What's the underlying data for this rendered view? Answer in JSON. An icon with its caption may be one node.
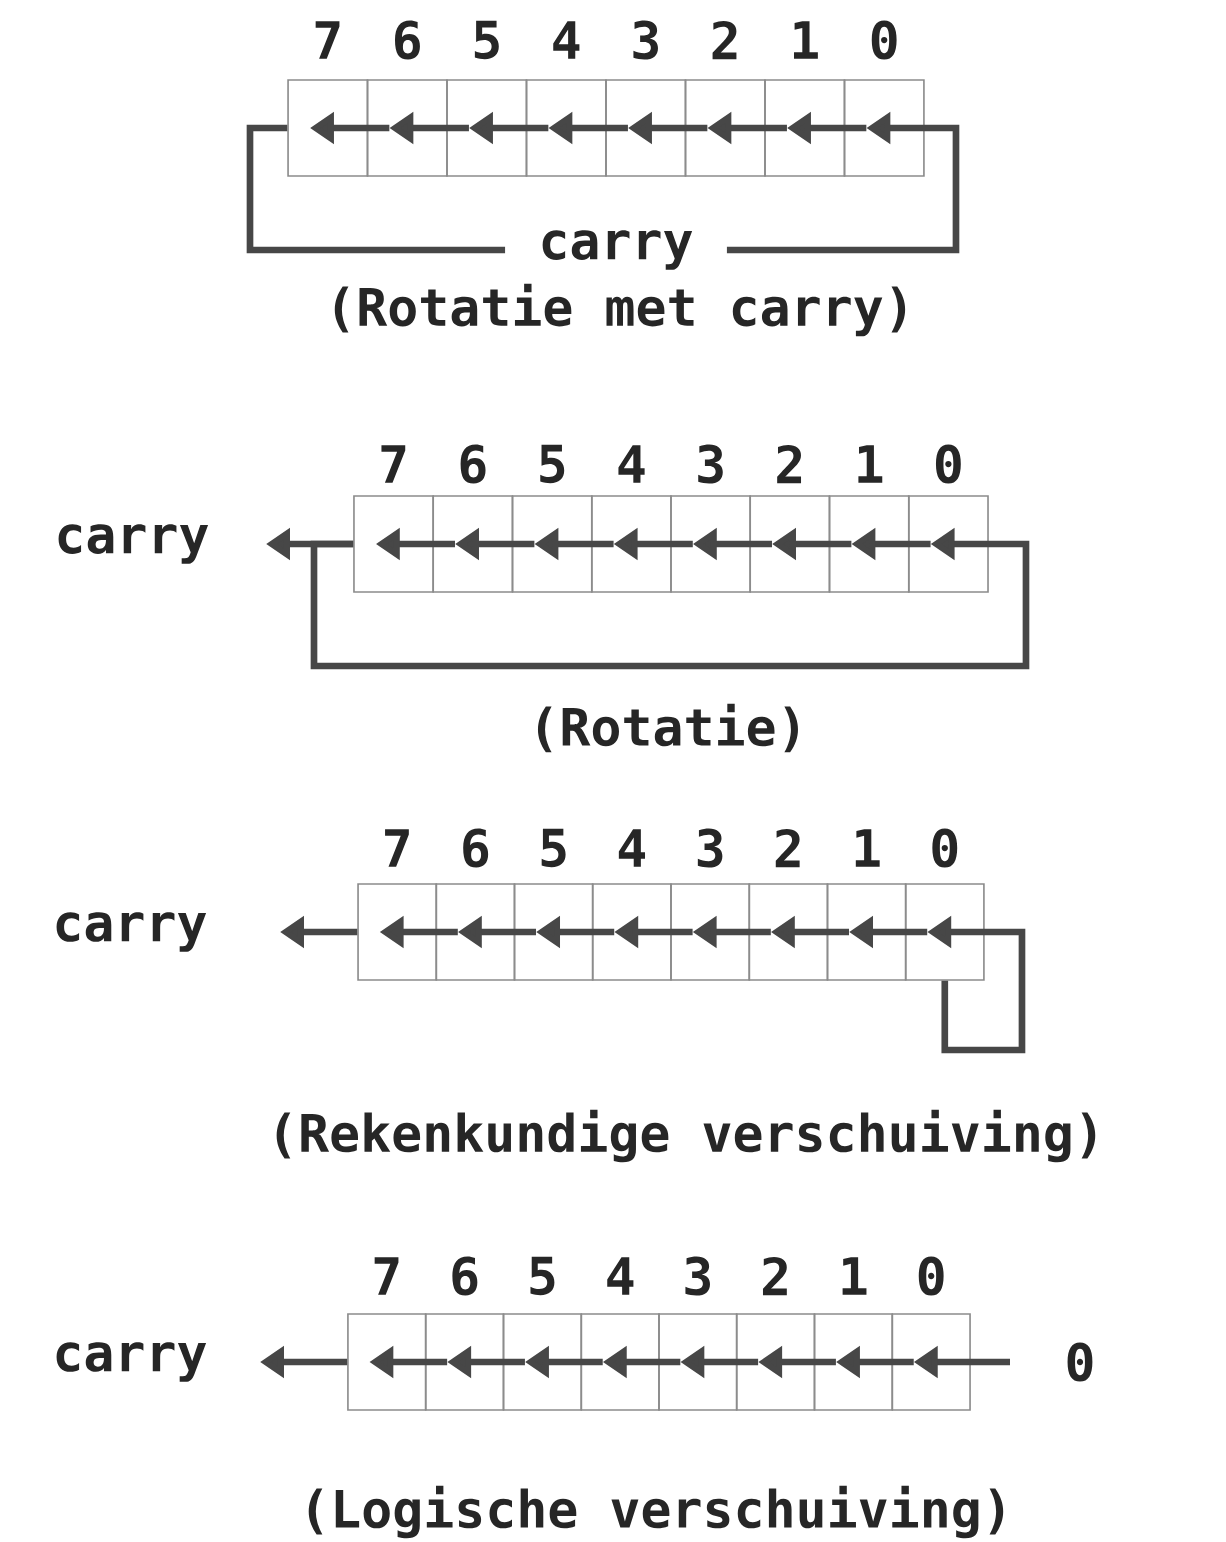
{
  "diagram": {
    "nodes": [
      {
        "text": [],
        "shape": "box",
        "beside": [
          "7"
        ]
      },
      {
        "text": [],
        "shape": "box",
        "beside": [
          "6"
        ]
      },
      {
        "text": [],
        "shape": "box",
        "beside": [
          "5"
        ]
      },
      {
        "text": [],
        "shape": "box",
        "beside": [
          "4"
        ]
      },
      {
        "text": [],
        "shape": "box",
        "beside": [
          "3"
        ]
      },
      {
        "text": [],
        "shape": "box",
        "beside": [
          "2"
        ]
      },
      {
        "text": [],
        "shape": "box",
        "beside": [
          "1"
        ]
      },
      {
        "text": [],
        "shape": "box",
        "beside": [
          "0"
        ]
      },
      {
        "text": [
          "carry"
        ]
      },
      {
        "text": [],
        "shape": "box",
        "beside": [
          "7"
        ]
      },
      {
        "text": [],
        "shape": "box",
        "beside": [
          "6"
        ]
      },
      {
        "text": [],
        "shape": "box",
        "beside": [
          "5"
        ]
      },
      {
        "text": [],
        "shape": "box",
        "beside": [
          "4"
        ]
      },
      {
        "text": [],
        "shape": "box",
        "beside": [
          "3"
        ]
      },
      {
        "text": [],
        "shape": "box",
        "beside": [
          "2"
        ]
      },
      {
        "text": [],
        "shape": "box",
        "beside": [
          "1"
        ]
      },
      {
        "text": [],
        "shape": "box",
        "beside": [
          "0"
        ]
      },
      {
        "text": [
          "carry"
        ]
      },
      {
        "text": [],
        "shape": "box",
        "beside": [
          "7"
        ]
      },
      {
        "text": [],
        "shape": "box",
        "beside": [
          "6"
        ]
      },
      {
        "text": [],
        "shape": "box",
        "beside": [
          "5"
        ]
      },
      {
        "text": [],
        "shape": "box",
        "beside": [
          "4"
        ]
      },
      {
        "text": [],
        "shape": "box",
        "beside": [
          "3"
        ]
      },
      {
        "text": [],
        "shape": "box",
        "beside": [
          "2"
        ]
      },
      {
        "text": [],
        "shape": "box",
        "beside": [
          "1"
        ]
      },
      {
        "text": [],
        "shape": "box",
        "beside": [
          "0"
        ]
      },
      {
        "text": [
          "carry"
        ]
      },
      {
        "text": [],
        "shape": "box",
        "beside": [
          "7"
        ]
      },
      {
        "text": [],
        "shape": "box",
        "beside": [
          "6"
        ]
      },
      {
        "text": [],
        "shape": "box",
        "beside": [
          "5"
        ]
      },
      {
        "text": [],
        "shape": "box",
        "beside": [
          "4"
        ]
      },
      {
        "text": [],
        "shape": "box",
        "beside": [
          "3"
        ]
      },
      {
        "text": [],
        "shape": "box",
        "beside": [
          "2"
        ]
      },
      {
        "text": [],
        "shape": "box",
        "beside": [
          "1"
        ]
      },
      {
        "text": [],
        "shape": "box",
        "beside": [
          "0"
        ]
      },
      {
        "text": [
          "0"
        ]
      }
    ],
    "edges": [
      {
        "from": 7,
        "to": 6,
        "arrow": "to"
      },
      {
        "from": 6,
        "to": 5,
        "arrow": "to"
      },
      {
        "from": 5,
        "to": 4,
        "arrow": "to"
      },
      {
        "from": 4,
        "to": 3,
        "arrow": "to"
      },
      {
        "from": 3,
        "to": 2,
        "arrow": "to"
      },
      {
        "from": 2,
        "to": 1,
        "arrow": "to"
      },
      {
        "from": 1,
        "to": 0,
        "arrow": "to"
      },
      {
        "from": 0,
        "to": 7,
        "arrow": "to",
        "label": "carry"
      },
      {
        "from": 16,
        "to": 15,
        "arrow": "to"
      },
      {
        "from": 15,
        "to": 14,
        "arrow": "to"
      },
      {
        "from": 14,
        "to": 13,
        "arrow": "to"
      },
      {
        "from": 13,
        "to": 12,
        "arrow": "to"
      },
      {
        "from": 12,
        "to": 11,
        "arrow": "to"
      },
      {
        "from": 11,
        "to": 10,
        "arrow": "to"
      },
      {
        "from": 10,
        "to": 9,
        "arrow": "to"
      },
      {
        "from": 9,
        "to": 8,
        "arrow": "to"
      },
      {
        "from": 9,
        "to": 16,
        "arrow": "to"
      },
      {
        "from": 25,
        "to": 24,
        "arrow": "to"
      },
      {
        "from": 24,
        "to": 23,
        "arrow": "to"
      },
      {
        "from": 23,
        "to": 22,
        "arrow": "to"
      },
      {
        "from": 22,
        "to": 21,
        "arrow": "to"
      },
      {
        "from": 21,
        "to": 20,
        "arrow": "to"
      },
      {
        "from": 20,
        "to": 19,
        "arrow": "to"
      },
      {
        "from": 19,
        "to": 18,
        "arrow": "to"
      },
      {
        "from": 18,
        "to": 17,
        "arrow": "to"
      },
      {
        "from": 25,
        "to": 25,
        "arrow": "to"
      },
      {
        "from": 35,
        "to": 34,
        "arrow": "to"
      },
      {
        "from": 34,
        "to": 33,
        "arrow": "to"
      },
      {
        "from": 33,
        "to": 32,
        "arrow": "to"
      },
      {
        "from": 32,
        "to": 31,
        "arrow": "to"
      },
      {
        "from": 31,
        "to": 30,
        "arrow": "to"
      },
      {
        "from": 30,
        "to": 29,
        "arrow": "to"
      },
      {
        "from": 29,
        "to": 28,
        "arrow": "to"
      },
      {
        "from": 28,
        "to": 27,
        "arrow": "to"
      },
      {
        "from": 27,
        "to": 26,
        "arrow": "to"
      }
    ],
    "labels": [
      "(Rotatie met carry)",
      "(Rotatie)",
      "(Rekenkundige verschuiving)",
      "(Logische verschuiving)"
    ]
  }
}
